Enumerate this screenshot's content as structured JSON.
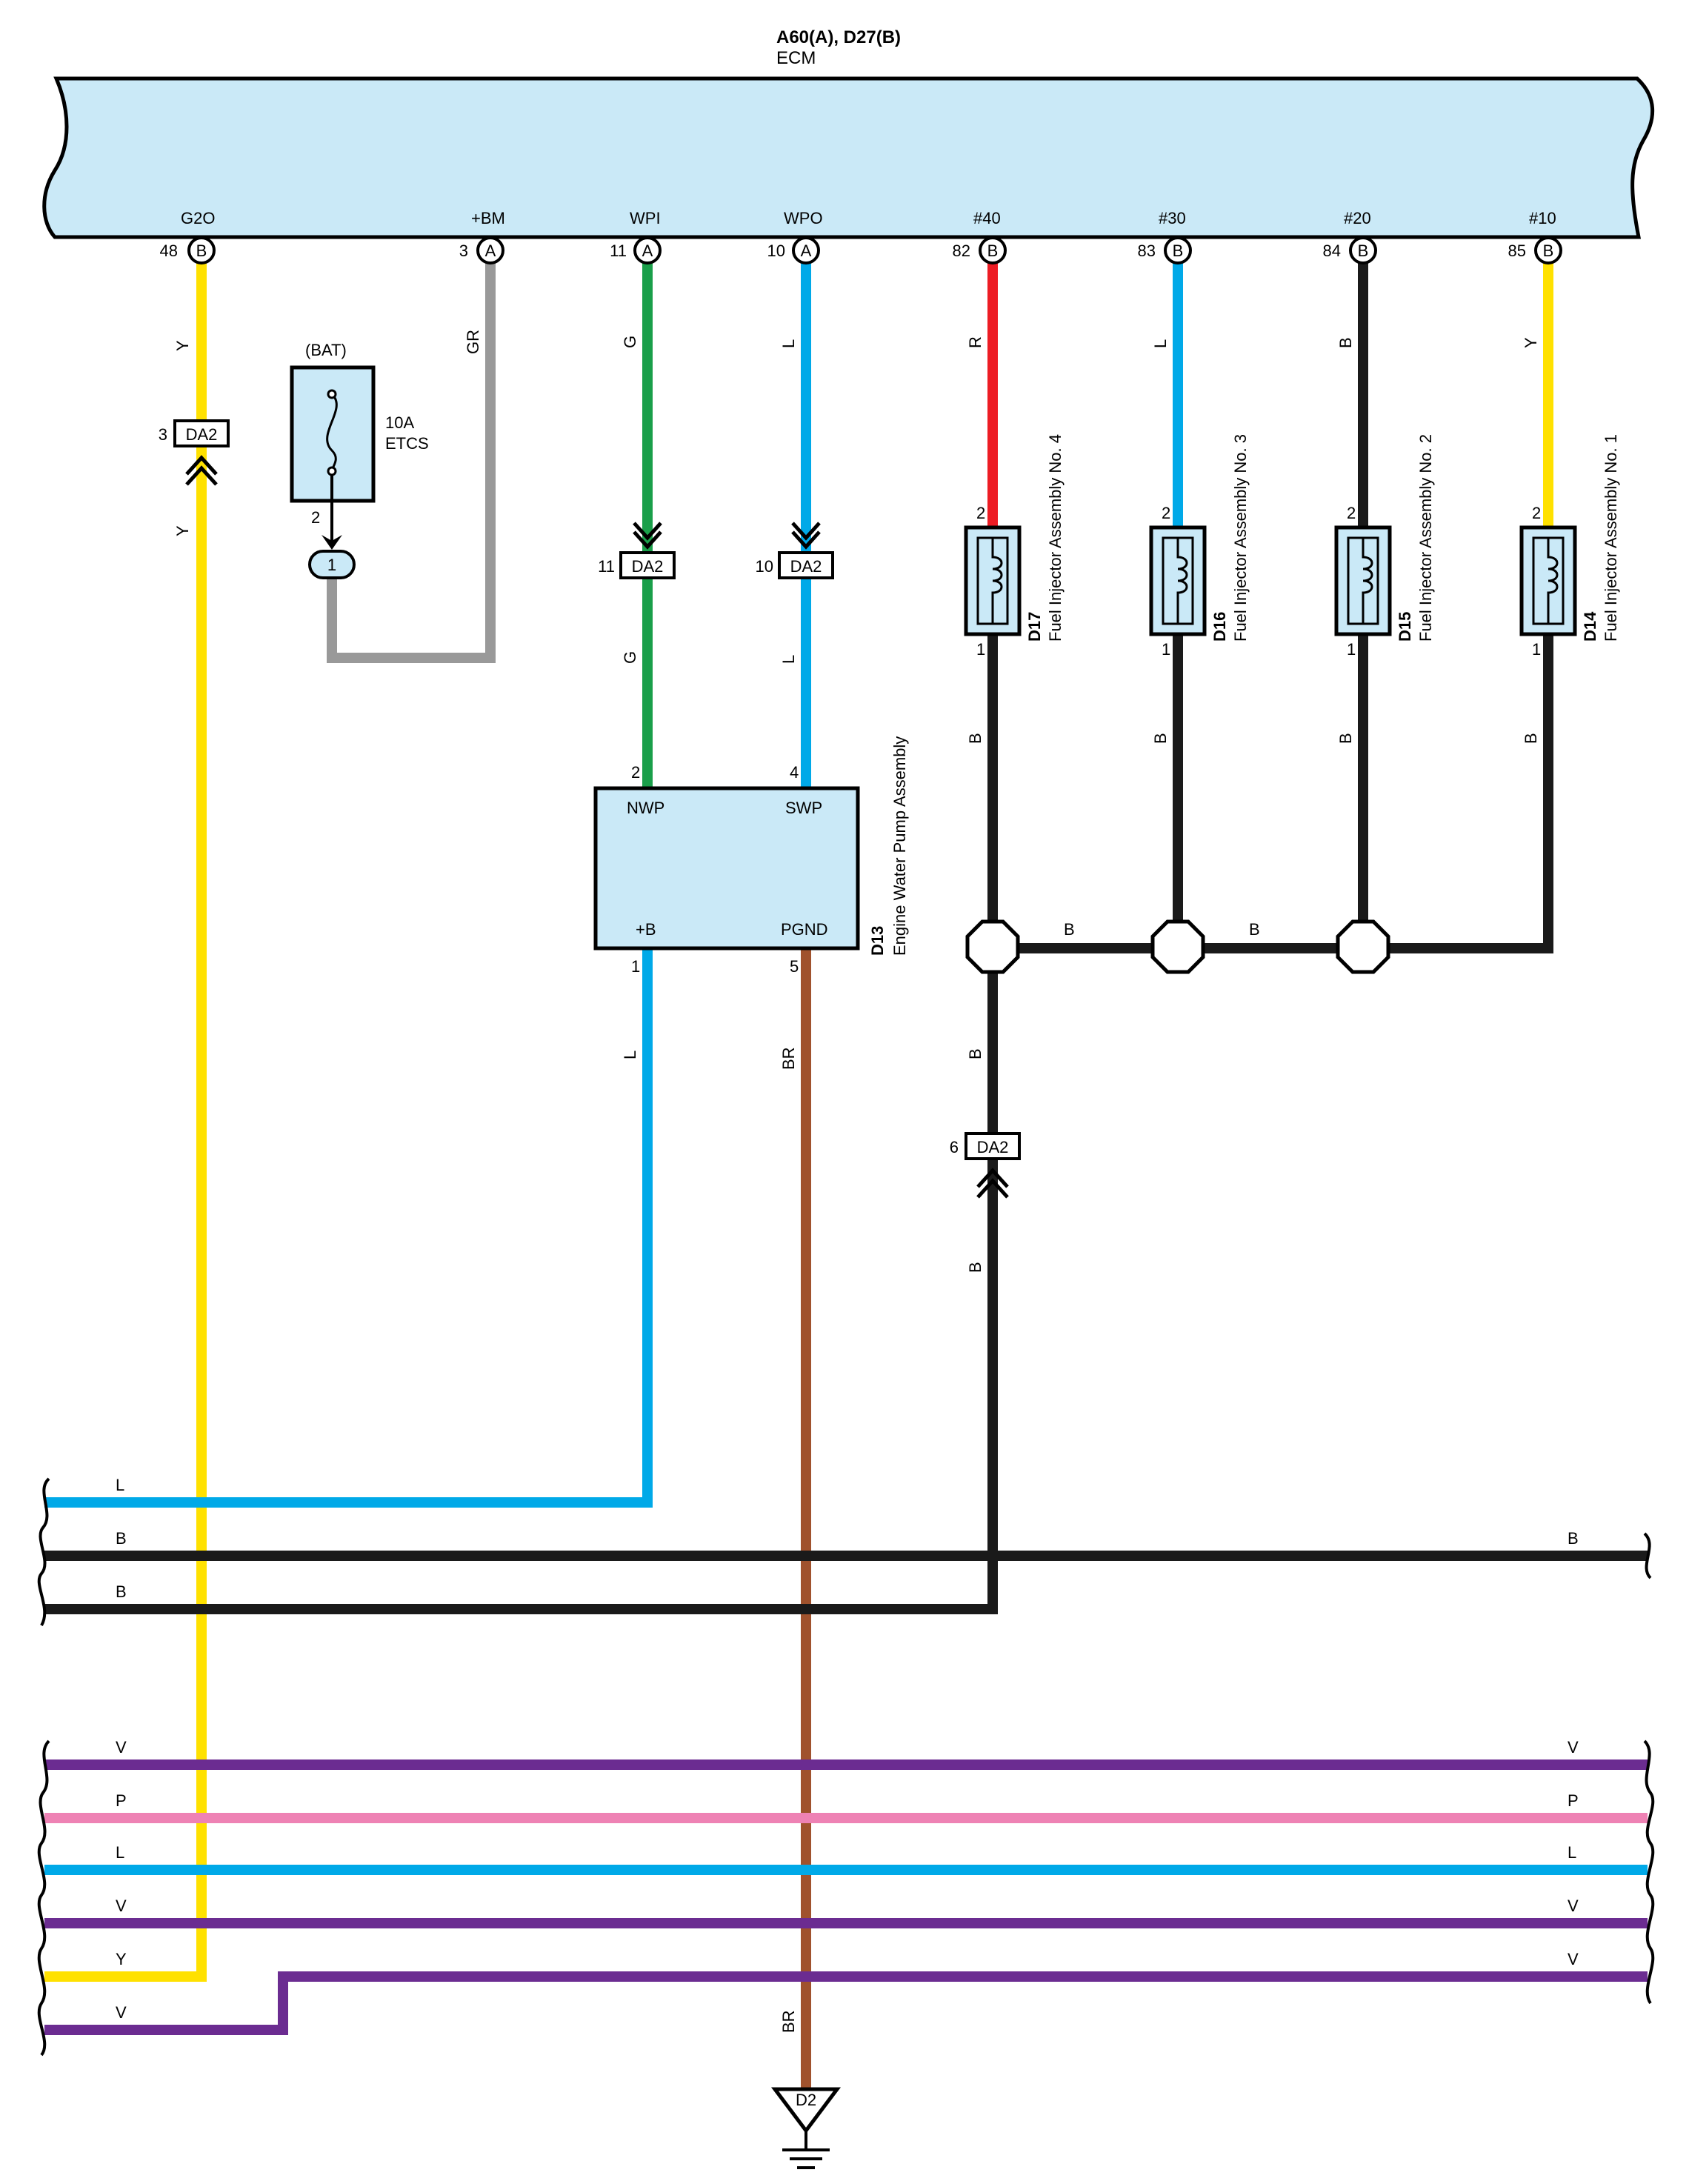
{
  "ecm": {
    "connectors": "A60(A), D27(B)",
    "name": "ECM",
    "terminals": [
      {
        "name": "G2O",
        "pin": "48",
        "conn": "B"
      },
      {
        "name": "+BM",
        "pin": "3",
        "conn": "A"
      },
      {
        "name": "WPI",
        "pin": "11",
        "conn": "A"
      },
      {
        "name": "WPO",
        "pin": "10",
        "conn": "A"
      },
      {
        "name": "#40",
        "pin": "82",
        "conn": "B"
      },
      {
        "name": "#30",
        "pin": "83",
        "conn": "B"
      },
      {
        "name": "#20",
        "pin": "84",
        "conn": "B"
      },
      {
        "name": "#10",
        "pin": "85",
        "conn": "B"
      }
    ]
  },
  "fuse": {
    "source": "(BAT)",
    "rating": "10A",
    "name": "ETCS",
    "out_pin": "2",
    "junction": "1"
  },
  "junction_da2": {
    "name": "DA2",
    "pins": {
      "g2o": "3",
      "wpi": "11",
      "wpo": "10",
      "ground": "6"
    }
  },
  "pump": {
    "code": "D13",
    "name": "Engine Water Pump Assembly",
    "terminals": {
      "nwp": "NWP",
      "swp": "SWP",
      "plusb": "+B",
      "pgnd": "PGND"
    },
    "pins": {
      "nwp": "2",
      "swp": "4",
      "plusb": "1",
      "pgnd": "5"
    }
  },
  "injectors": [
    {
      "code": "D17",
      "name": "Fuel Injector Assembly No. 4",
      "pin_top": "2",
      "pin_bottom": "1"
    },
    {
      "code": "D16",
      "name": "Fuel Injector Assembly No. 3",
      "pin_top": "2",
      "pin_bottom": "1"
    },
    {
      "code": "D15",
      "name": "Fuel Injector Assembly No. 2",
      "pin_top": "2",
      "pin_bottom": "1"
    },
    {
      "code": "D14",
      "name": "Fuel Injector Assembly No. 1",
      "pin_top": "2",
      "pin_bottom": "1"
    }
  ],
  "ground": {
    "name": "D2"
  },
  "wires": {
    "g2o_upper": "Y",
    "g2o_lower": "Y",
    "bm": "GR",
    "wpi_upper": "G",
    "wpi_lower": "G",
    "wpo_upper": "L",
    "wpo_lower": "L",
    "inj4": "R",
    "inj3": "L",
    "inj2": "B",
    "inj1": "Y",
    "inj_bottom": "B",
    "bus": "B",
    "ground_upper": "B",
    "ground_lower": "B",
    "plusb": "L",
    "pgnd": "BR",
    "pgnd_lower": "BR"
  },
  "harness": {
    "upper": [
      {
        "left": "L",
        "right": ""
      },
      {
        "left": "B",
        "right": "B"
      },
      {
        "left": "B",
        "right": ""
      }
    ],
    "lower": [
      {
        "left": "V",
        "right": "V"
      },
      {
        "left": "P",
        "right": "P"
      },
      {
        "left": "L",
        "right": "L"
      },
      {
        "left": "V",
        "right": "V"
      },
      {
        "left": "Y",
        "right": "V"
      },
      {
        "left": "V",
        "right": ""
      }
    ]
  },
  "colors": {
    "Y": "#ffe100",
    "GR": "#999999",
    "G": "#1a9f4a",
    "L": "#00a9e8",
    "R": "#ed1c24",
    "B": "#1a1a1a",
    "BR": "#a0522d",
    "V": "#6b2c91",
    "P": "#ee82b4",
    "ecm_fill": "#cae9f7",
    "component_fill": "#cae9f7"
  }
}
